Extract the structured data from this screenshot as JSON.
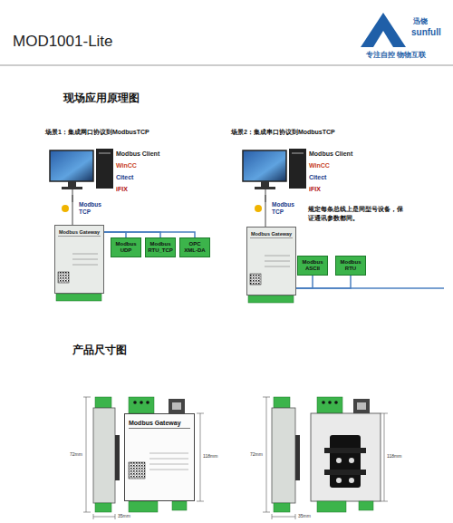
{
  "diagram": {
    "nodes": [
      {
        "text": [
          "Modbus Client",
          "WinCC",
          "Citect",
          "iFIX"
        ]
      },
      {
        "text": [
          "Modbus Gateway"
        ]
      },
      {
        "text": [
          "Modbus UDP"
        ]
      },
      {
        "text": [
          "Modbus RTU_TCP"
        ]
      },
      {
        "text": [
          "OPC XML-DA"
        ]
      },
      {
        "text": [
          "Modbus Client",
          "WinCC",
          "Citect",
          "iFIX"
        ]
      },
      {
        "text": [
          "Modbus Gateway"
        ]
      },
      {
        "text": [
          "Modbus ASCII"
        ]
      },
      {
        "text": [
          "Modbus RTU"
        ]
      },
      {
        "text": [
          "Modbus Gateway"
        ]
      }
    ],
    "edges": [
      {
        "from": 0,
        "to": 1,
        "arrow": "none",
        "label": "Modbus TCP"
      },
      {
        "from": 1,
        "to": 2,
        "arrow": "none"
      },
      {
        "from": 1,
        "to": 3,
        "arrow": "none"
      },
      {
        "from": 1,
        "to": 4,
        "arrow": "none"
      },
      {
        "from": 5,
        "to": 6,
        "arrow": "none",
        "label": "Modbus TCP"
      },
      {
        "from": 6,
        "to": 7,
        "arrow": "none"
      },
      {
        "from": 6,
        "to": 8,
        "arrow": "none"
      }
    ],
    "labels": [
      "MOD1001-Lite",
      "迅饶",
      "sunfull",
      "专注自控 物物互联",
      "现场应用原理图",
      "场景1：集成网口协议到ModbusTCP",
      "场景2：集成串口协议到ModbusTCP",
      "规定每条总线上是同型号设备，保证通讯参数都同。",
      "产品尺寸图",
      "72mm",
      "35mm",
      "118mm",
      "72mm",
      "35mm",
      "118mm"
    ]
  }
}
